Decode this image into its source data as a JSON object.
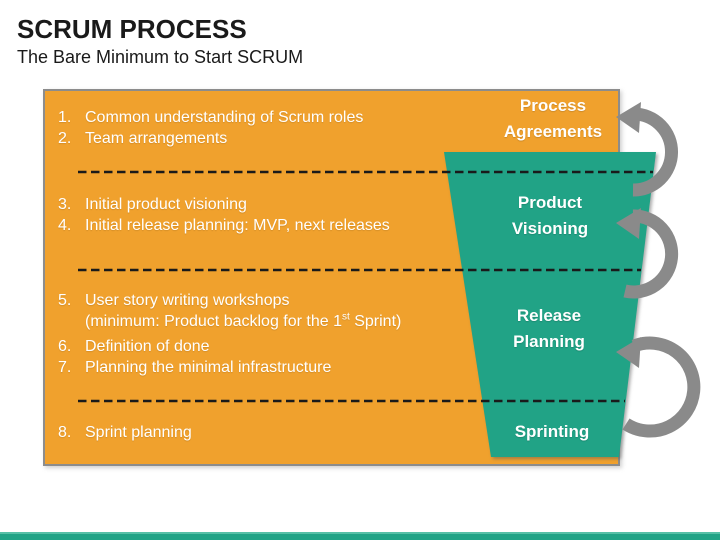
{
  "header": {
    "title": "SCRUM PROCESS",
    "subtitle": "The Bare Minimum to Start SCRUM"
  },
  "colors": {
    "box_orange": "#F0A12D",
    "box_border": "#8C8C8C",
    "funnel_teal": "#21A386",
    "arrow_gray": "#8A8A8A",
    "dash": "#1A1A1A",
    "accent_bar": "#21A386",
    "text_white": "#FFFFFF",
    "text_black": "#1A1A1A"
  },
  "process_box": {
    "groups": [
      {
        "items": [
          {
            "num": "1.",
            "text": "Common understanding of Scrum roles"
          },
          {
            "num": "2.",
            "text": "Team arrangements"
          }
        ]
      },
      {
        "items": [
          {
            "num": "3.",
            "text": "Initial product visioning"
          },
          {
            "num": "4.",
            "text": "Initial release planning: MVP, next releases"
          }
        ]
      },
      {
        "items": [
          {
            "num": "5.",
            "text": "User story writing workshops"
          },
          {
            "num": "",
            "pre": "(minimum: Product backlog for the 1",
            "sup": "st",
            "post": " Sprint)"
          },
          {
            "num": "6.",
            "text": "Definition of done"
          },
          {
            "num": "7.",
            "text": "Planning the minimal infrastructure"
          }
        ]
      },
      {
        "items": [
          {
            "num": "8.",
            "text": "Sprint planning"
          }
        ]
      }
    ]
  },
  "stages": [
    {
      "line1": "Process",
      "line2": "Agreements"
    },
    {
      "line1": "Product",
      "line2": "Visioning"
    },
    {
      "line1": "Release",
      "line2": "Planning"
    },
    {
      "line1": "Sprinting"
    }
  ]
}
